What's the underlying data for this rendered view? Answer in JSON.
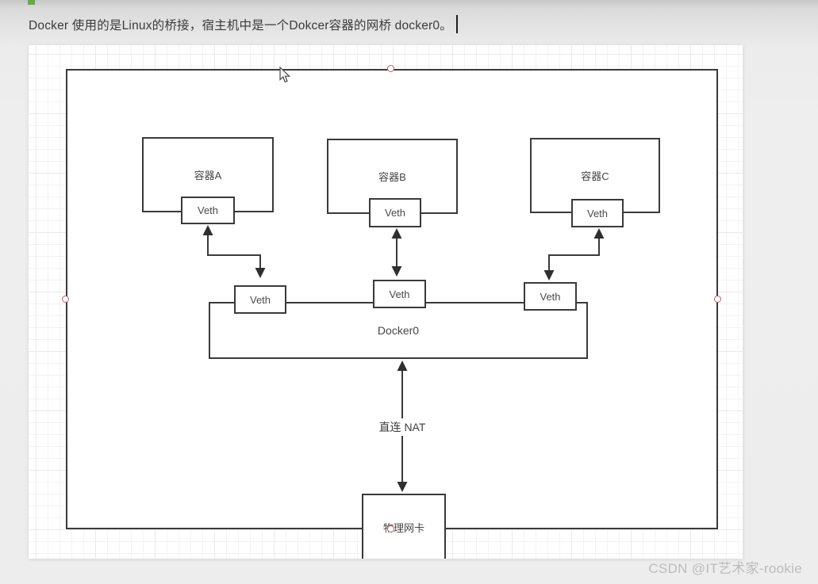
{
  "editor": {
    "note_text": "Docker 使用的是Linux的桥接，宿主机中是一个Dokcer容器的网桥  docker0。"
  },
  "diagram": {
    "containers": [
      {
        "label": "容器A",
        "veth_label": "Veth"
      },
      {
        "label": "容器B",
        "veth_label": "Veth"
      },
      {
        "label": "容器C",
        "veth_label": "Veth"
      }
    ],
    "bridge": {
      "label": "Docker0",
      "veth_labels": [
        "Veth",
        "Veth",
        "Veth"
      ]
    },
    "nat_link_label": "直连 NAT",
    "nic_label": "物理网卡"
  },
  "watermark": "CSDN @IT艺术家-rookie",
  "colors": {
    "shape_stroke": "#3a3a3a",
    "arrow_fill": "#2f2f2f",
    "selection_handle": "#bf5f68",
    "accent_green": "#6aa84f",
    "watermark_gray": "#bcbcbc"
  }
}
